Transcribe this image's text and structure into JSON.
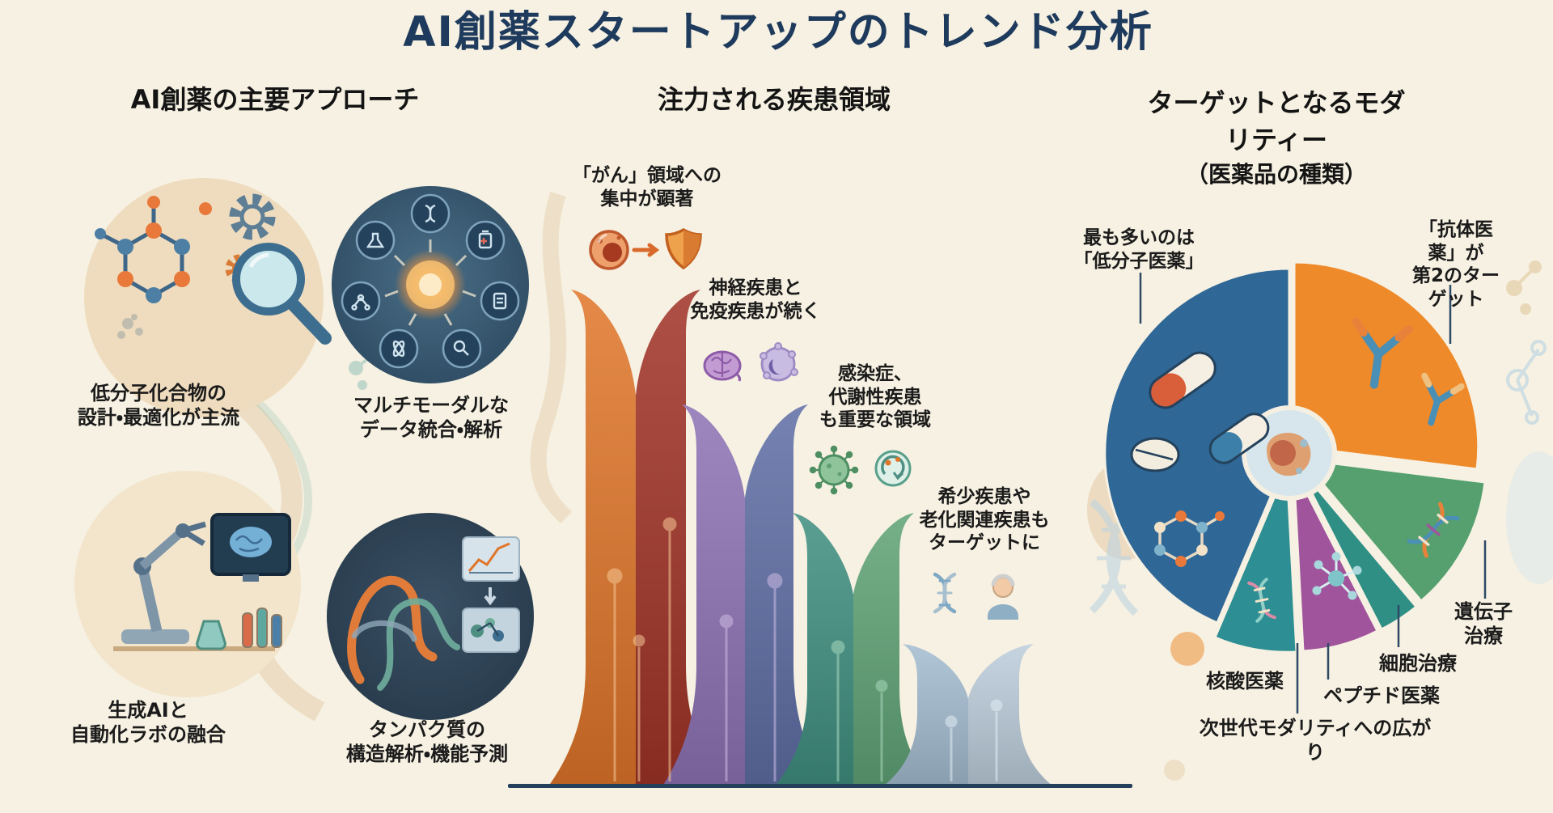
{
  "title": "AI創薬スタートアップのトレンド分析",
  "colors": {
    "background": "#F6F1E2",
    "title_text": "#1E3A5C",
    "heading_text": "#141414",
    "caption_text": "#1B1B1B",
    "baseline": "#24405C",
    "bars": {
      "cancer_left": "#E0762A",
      "cancer_right": "#A13327",
      "neuro_left": "#8E72B4",
      "neuro_right": "#5F6EA5",
      "infection_left": "#3F8F80",
      "infection_right": "#5FA376",
      "rare_left": "#A3BCD0",
      "rare_right": "#BCCDDB"
    },
    "pie": {
      "small_molecule": "#2F6796",
      "antibody": "#EF8A2B",
      "gene_therapy": "#55A06E",
      "cell_therapy": "#2F8F85",
      "peptide": "#A0549B",
      "nucleic_acid": "#2D8E93"
    }
  },
  "approaches": {
    "header": "AI創薬の主要アプローチ",
    "items": [
      {
        "caption": "低分子化合物の\n設計・最適化が主流",
        "icons": [
          "molecule-icon",
          "gear-icon",
          "gear-small-icon",
          "magnifier-icon"
        ]
      },
      {
        "caption": "マルチモーダルな\nデータ統合・解析",
        "icons": [
          "dna-icon",
          "clipboard-icon",
          "document-icon",
          "magnifier-icon",
          "atom-icon",
          "molecule-icon",
          "flask-icon",
          "fusion-core-icon"
        ]
      },
      {
        "caption": "生成AIと\n自動化ラボの融合",
        "icons": [
          "robot-arm-icon",
          "monitor-brain-icon",
          "test-tubes-icon",
          "flask-icon"
        ]
      },
      {
        "caption": "タンパク質の\n構造解析・機能予測",
        "icons": [
          "protein-ribbon-icon",
          "chart-panel-icon",
          "structure-panel-icon",
          "arrow-down-icon"
        ]
      }
    ]
  },
  "diseases": {
    "header": "注力される疾患領域",
    "items": [
      {
        "annotation": "「がん」領域への\n集中が顕著",
        "icons": [
          "cancer-cell-icon",
          "arrow-right-icon",
          "shield-icon"
        ],
        "height_ratio": 1.0
      },
      {
        "annotation": "神経疾患と\n免疫疾患が続く",
        "icons": [
          "brain-icon",
          "immune-cell-icon"
        ],
        "height_ratio": 0.77
      },
      {
        "annotation": "感染症、\n代謝性疾患\nも重要な領域",
        "icons": [
          "virus-icon",
          "metabolism-icon"
        ],
        "height_ratio": 0.55
      },
      {
        "annotation": "希少疾患や\n老化関連疾患も\nターゲットに",
        "icons": [
          "dna-icon",
          "elderly-person-icon"
        ],
        "height_ratio": 0.29
      }
    ]
  },
  "modalities": {
    "header": "ターゲットとなるモダリティー",
    "header_sub": "（医薬品の種類）",
    "annotations": {
      "small_molecule": "最も多いのは\n「低分子医薬」",
      "antibody": "「抗体医薬」が\n第2のターゲット"
    },
    "labels": {
      "nucleic_acid": "核酸医薬",
      "peptide": "ペプチド医薬",
      "cell_therapy": "細胞治療",
      "gene_therapy": "遺伝子\n治療",
      "next_gen": "次世代モダリティへの広がり"
    },
    "slice_icons": [
      "capsule-icon",
      "tablet-icon",
      "molecule-icon",
      "antibody-icon",
      "dna-icon",
      "peptide-molecule-icon",
      "nucleic-dna-icon",
      "tissue-center-icon"
    ]
  },
  "chart_data": [
    {
      "type": "pie",
      "title": "ターゲットとなるモダリティー（医薬品の種類）",
      "labels": [
        "低分子医薬",
        "抗体医薬",
        "遺伝子治療",
        "細胞治療",
        "ペプチド医薬",
        "核酸医薬"
      ],
      "values_pct_est": [
        44,
        26,
        12,
        4,
        7,
        7
      ],
      "colors": [
        "#2F6796",
        "#EF8A2B",
        "#55A06E",
        "#2F8F85",
        "#A0549B",
        "#2D8E93"
      ],
      "note": "割合の数値は図中に未記載（角度からの推定値）",
      "legend_position": "callout-labels"
    },
    {
      "type": "bar",
      "title": "注力される疾患領域",
      "categories": [
        "がん",
        "神経疾患・免疫疾患",
        "感染症・代謝性疾患",
        "希少疾患・老化関連疾患"
      ],
      "relative_heights": [
        1.0,
        0.77,
        0.55,
        0.29
      ],
      "note": "数値軸なし（相対的な高さのみ）",
      "xlabel": "",
      "ylabel": ""
    }
  ]
}
